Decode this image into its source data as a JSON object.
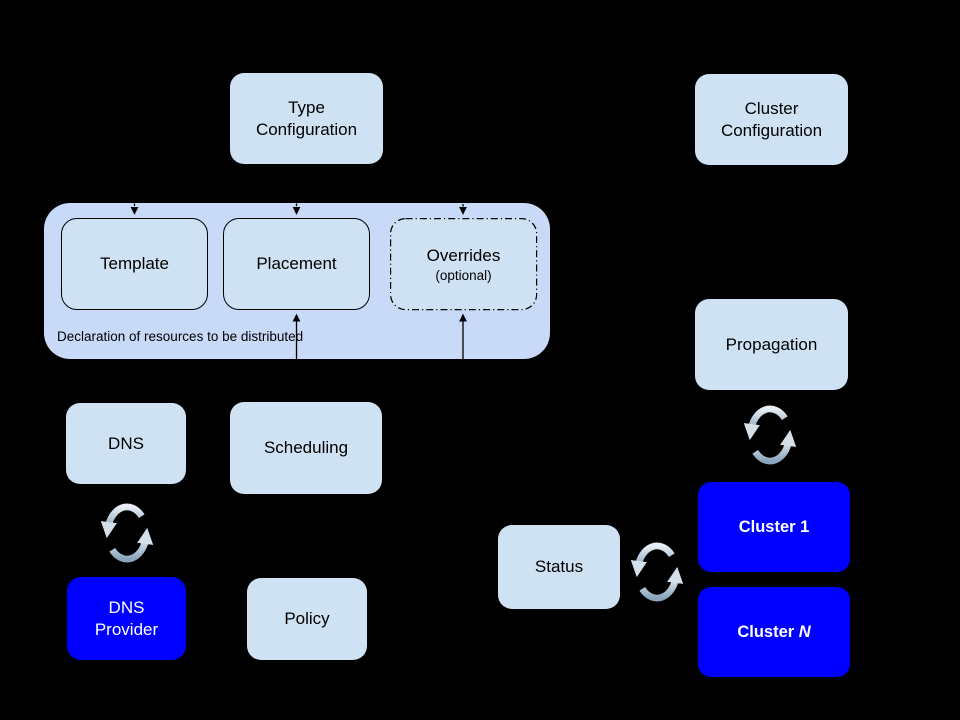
{
  "diagram": {
    "background": "#000000",
    "colors": {
      "background": "#000000",
      "container_fill": "#c9daf8",
      "box_fill": "#cfe2f3",
      "highlight_fill": "#0000ff",
      "box_text": "#000000",
      "highlight_text": "#ffffff",
      "connector": "#000000",
      "sync_light": "#e8eef4",
      "sync_dark": "#8aa5bb",
      "sync_arrow": "#d3dfe9"
    },
    "container": {
      "caption": "Declaration of resources to be distributed"
    },
    "nodes": {
      "type_configuration": {
        "lines": [
          "Type",
          "Configuration"
        ]
      },
      "cluster_configuration": {
        "lines": [
          "Cluster",
          "Configuration"
        ]
      },
      "template": {
        "label": "Template"
      },
      "placement": {
        "label": "Placement"
      },
      "overrides": {
        "label": "Overrides",
        "sublabel": "(optional)"
      },
      "dns": {
        "label": "DNS"
      },
      "scheduling": {
        "label": "Scheduling"
      },
      "dns_provider": {
        "lines": [
          "DNS",
          "Provider"
        ]
      },
      "policy": {
        "label": "Policy"
      },
      "propagation": {
        "label": "Propagation"
      },
      "status": {
        "label": "Status"
      },
      "cluster_1": {
        "label": "Cluster 1"
      },
      "cluster_n": {
        "prefix": "Cluster ",
        "suffix": "N"
      }
    },
    "icons": {
      "sync": "sync-cycle-icon"
    }
  }
}
